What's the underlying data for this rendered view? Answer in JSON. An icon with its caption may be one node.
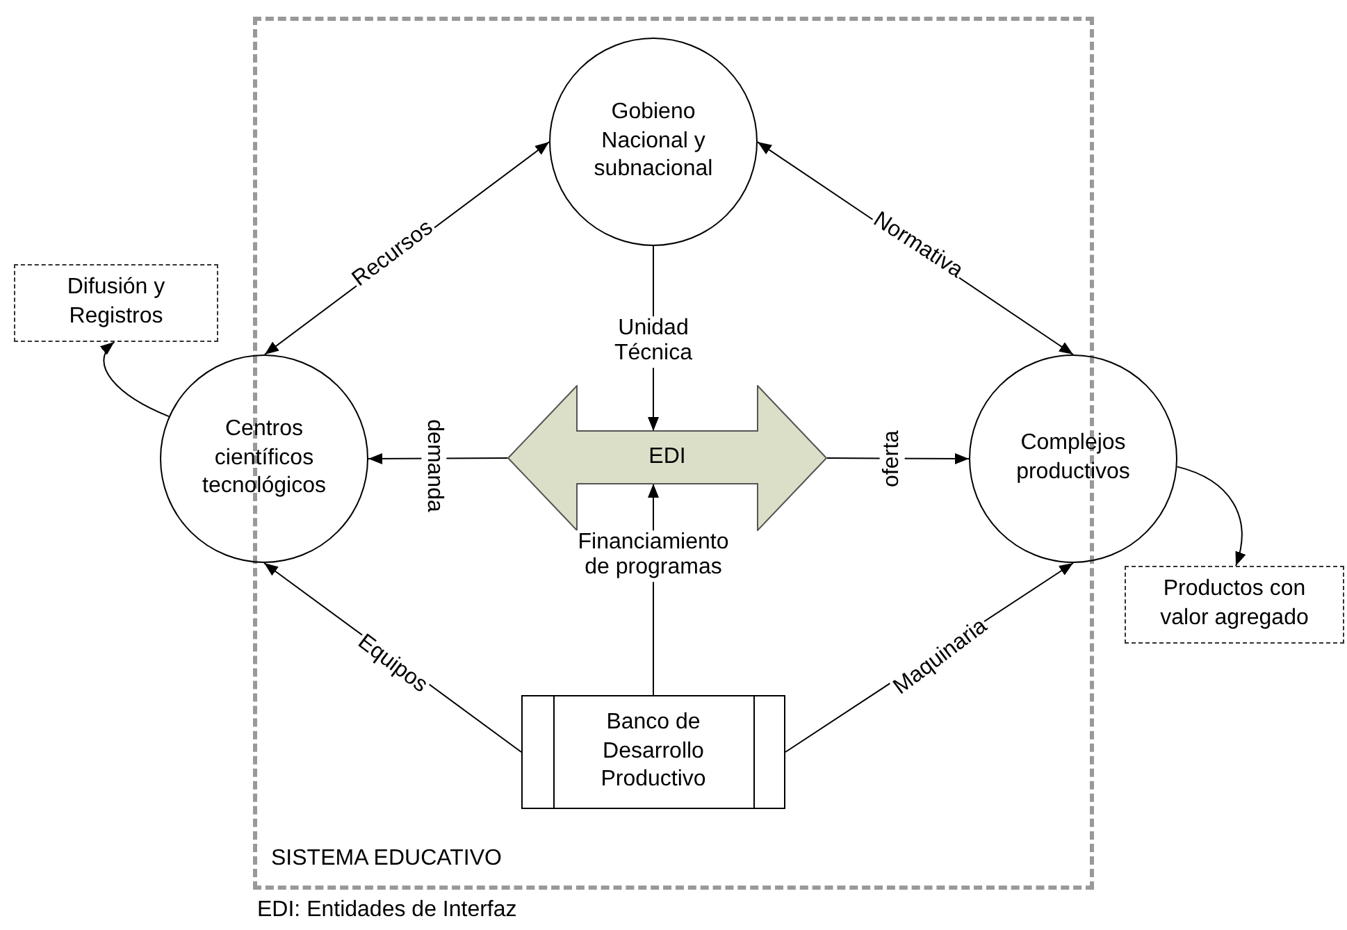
{
  "diagram": {
    "nodes": [
      {
        "text": [
          "SISTEMA EDUCATIVO"
        ]
      },
      {
        "text": [
          "Gobieno Nacional y subnacional"
        ],
        "in": 0
      },
      {
        "text": [
          "Difusión y Registros"
        ]
      },
      {
        "text": [
          "Centros científicos tecnológicos"
        ]
      },
      {
        "text": [
          "EDI"
        ],
        "in": 0
      },
      {
        "text": [
          "Complejos productivos"
        ]
      },
      {
        "text": [
          "Productos con valor agregado"
        ]
      },
      {
        "text": [
          "Banco de Desarrollo Productivo"
        ],
        "in": 0
      }
    ],
    "edges": [
      {
        "from": 3,
        "to": 1,
        "arrow": "both",
        "label": "Recursos"
      },
      {
        "from": 1,
        "to": 5,
        "arrow": "both",
        "label": "Normativa"
      },
      {
        "from": 1,
        "to": 4,
        "arrow": "to",
        "label": "Unidad Técnica"
      },
      {
        "from": 4,
        "to": 3,
        "arrow": "to",
        "label": "demanda"
      },
      {
        "from": 4,
        "to": 5,
        "arrow": "to",
        "label": "oferta"
      },
      {
        "from": 7,
        "to": 4,
        "arrow": "to",
        "label": "Financiamiento de programas"
      },
      {
        "from": 7,
        "to": 3,
        "arrow": "to",
        "label": "Equipos"
      },
      {
        "from": 7,
        "to": 5,
        "arrow": "to",
        "label": "Maquinaria"
      },
      {
        "from": 3,
        "to": 2,
        "arrow": "to"
      },
      {
        "from": 5,
        "to": 6,
        "arrow": "to"
      }
    ],
    "labels": [
      "EDI: Entidades de Interfaz"
    ]
  }
}
